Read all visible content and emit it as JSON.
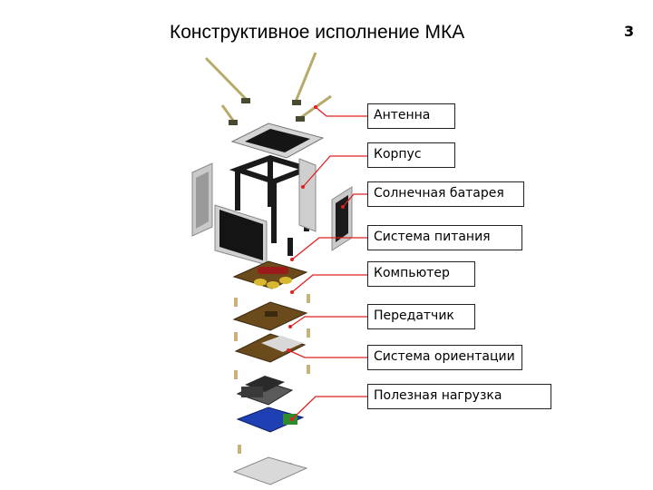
{
  "title": "Конструктивное исполнение МКА",
  "page_number": "3",
  "labels": [
    "Антенна",
    "Корпус",
    "Солнечная батарея",
    "Система питания",
    "Компьютер",
    "Передатчик",
    "Система ориентации",
    "Полезная нагрузка"
  ],
  "colors": {
    "leader_line": "#e02020",
    "antenna": "#b6ab6a",
    "frame": "#1a1a1a",
    "pcb": "#6b4a1c",
    "payload_board": "#1f3fb5"
  }
}
